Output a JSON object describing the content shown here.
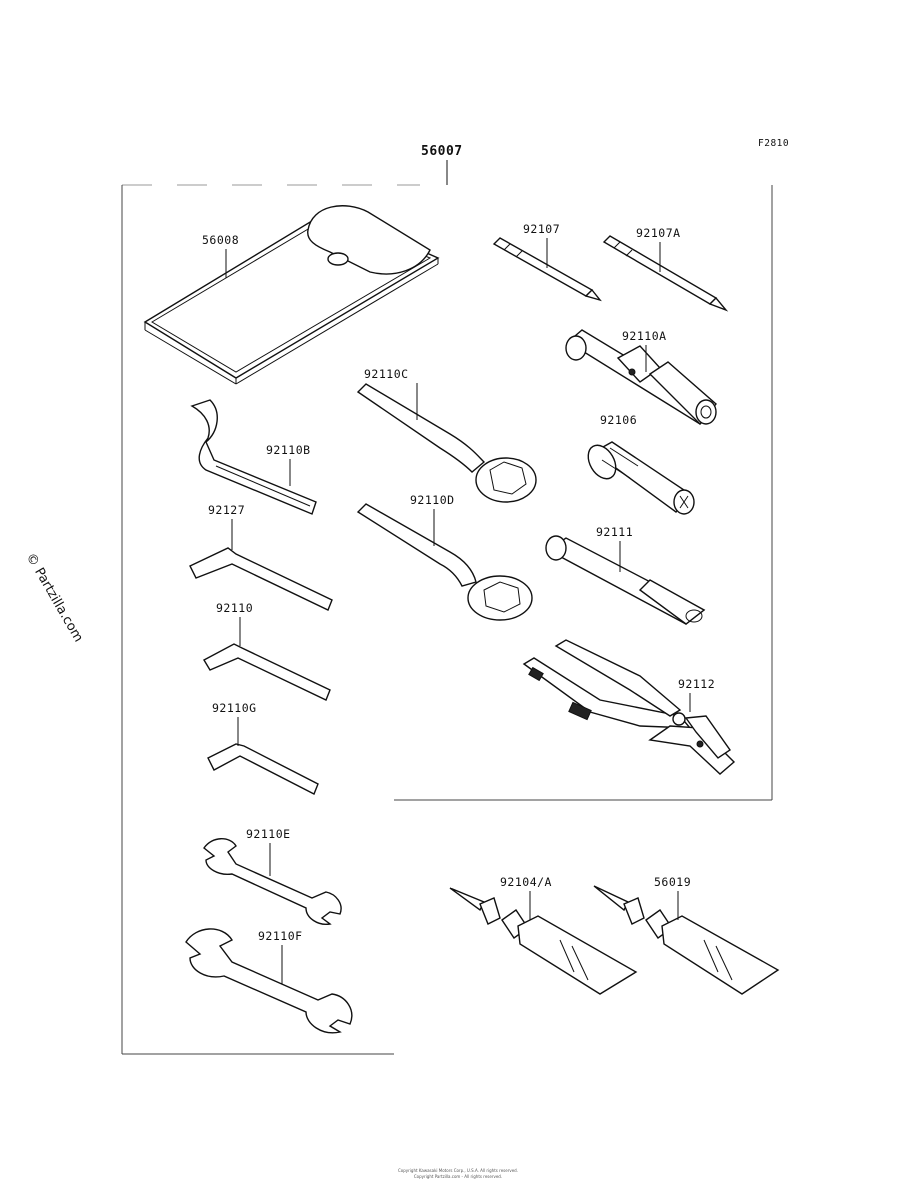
{
  "figure_code": "F2810",
  "watermark": "© Partzilla.com",
  "callouts": {
    "kit": "56007",
    "pouch": "56008",
    "screwdriver": "92107",
    "screwdriver_a": "92107A",
    "handle_a": "92110A",
    "socket_adapter": "92106",
    "ring_wrench_c": "92110C",
    "hook_wrench": "92110B",
    "ring_wrench_d": "92110D",
    "hex_key_1": "92127",
    "extension": "92111",
    "hex_key_2": "92110",
    "pliers": "92112",
    "hex_key_3": "92110G",
    "spanner_e": "92110E",
    "spanner_f": "92110F",
    "grease_tube": "92104/A",
    "sealant_tube": "56019"
  },
  "footer": {
    "line1": "Copyright Kawasaki Motors Corp., U.S.A. All rights reserved.",
    "line2": "Copyright Partzilla.com - All rights reserved."
  }
}
